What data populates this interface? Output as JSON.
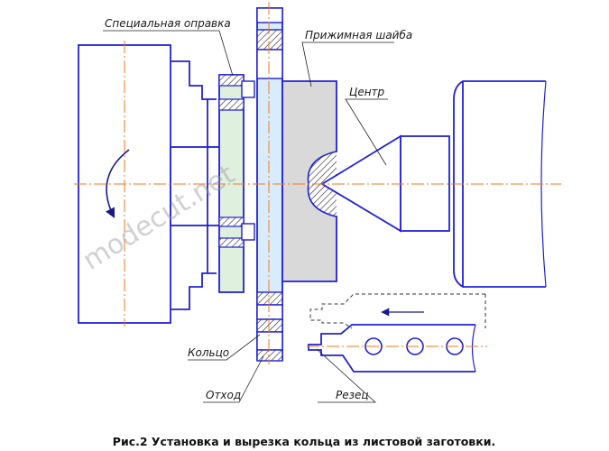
{
  "labels": {
    "special_mandrel": "Специальная оправка",
    "clamp_washer": "Прижимная шайба",
    "center": "Центр",
    "ring": "Кольцо",
    "scrap": "Отход",
    "cutter": "Резец"
  },
  "caption": "Рис.2 Установка и вырезка кольца из листовой заготовки.",
  "watermark": "modecut.net",
  "colors": {
    "outline": "#2020d8",
    "axis": "#f07a20",
    "ring_fill": "#dff0df",
    "sheet_fill": "#d9ecfb",
    "washer_fill": "#d9d9d9"
  }
}
